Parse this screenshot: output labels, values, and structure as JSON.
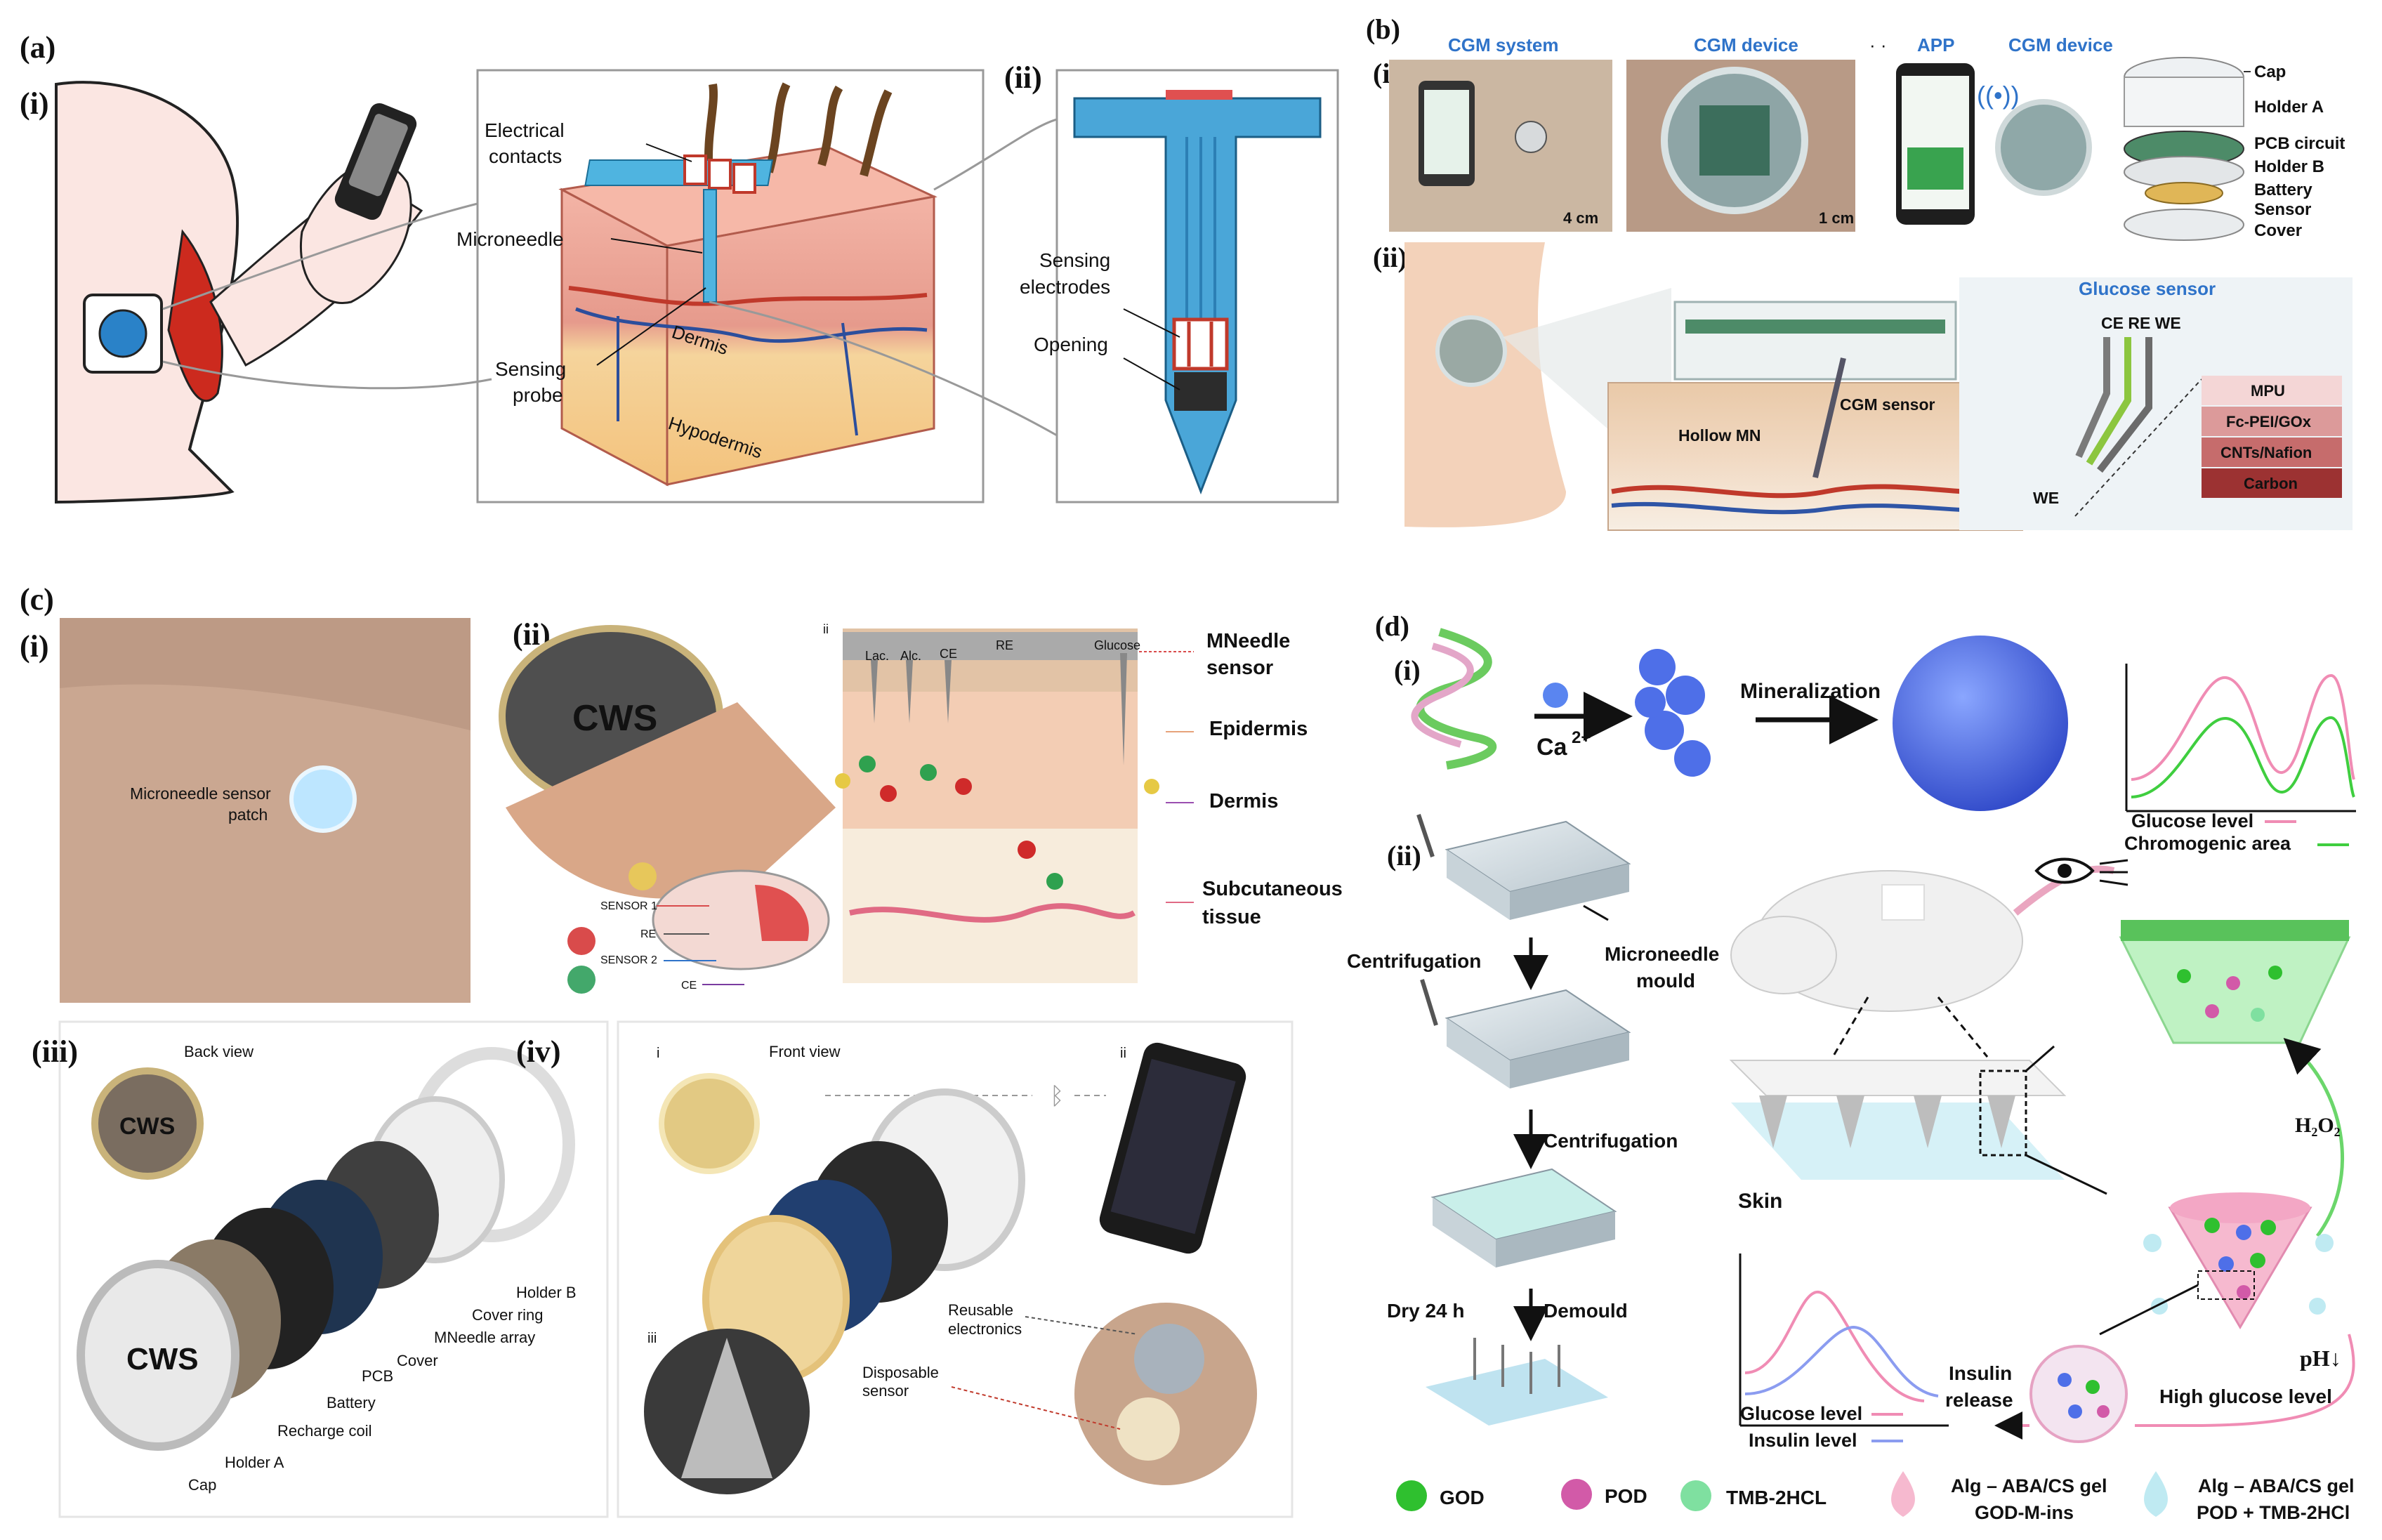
{
  "panels": {
    "a": {
      "label": "(a)",
      "sub_i": "(i)",
      "sub_ii": "(ii)",
      "labels": {
        "electrical_contacts_1": "Electrical",
        "electrical_contacts_2": "contacts",
        "microneedle": "Microneedle",
        "sensing_probe_1": "Sensing",
        "sensing_probe_2": "probe",
        "dermis": "Dermis",
        "hypodermis": "Hypodermis",
        "sensing_electrodes_1": "Sensing",
        "sensing_electrodes_2": "electrodes",
        "opening": "Opening"
      }
    },
    "b": {
      "label": "(b)",
      "sub_i": "(i)",
      "sub_ii": "(ii)",
      "headers": {
        "cgm_system": "CGM system",
        "cgm_device_1": "CGM device",
        "app": "APP",
        "cgm_device_2": "CGM device"
      },
      "scale_bars": {
        "large": "4 cm",
        "small": "1 cm"
      },
      "exploded_parts": [
        "Cap",
        "Holder A",
        "PCB circuit",
        "Holder B",
        "Battery",
        "Sensor",
        "Cover"
      ],
      "glucose_sensor_title": "Glucose sensor",
      "electrodes": "CE RE WE",
      "we_label": "WE",
      "cgm_sensor": "CGM sensor",
      "hollow_mn": "Hollow MN",
      "layers": [
        "MPU",
        "Fc-PEI/GOx",
        "CNTs/Nafion",
        "Carbon"
      ],
      "colors": {
        "header_blue": "#2f73c9",
        "layer_1": "#f4d6d6",
        "layer_2": "#dc9a9a",
        "layer_3": "#c66c6c",
        "layer_4": "#9c3232"
      }
    },
    "c": {
      "label": "(c)",
      "sub_i": "(i)",
      "sub_ii": "(ii)",
      "sub_iii": "(iii)",
      "sub_iv": "(iv)",
      "photo_label_1": "Microneedle sensor",
      "photo_label_2": "patch",
      "device_text": "CWS",
      "inset_ii": "ii",
      "tissue_headers": [
        "Lac.",
        "Alc.",
        "CE",
        "RE",
        "Glucose"
      ],
      "tissue_labels": {
        "mneedle_1": "MNeedle",
        "mneedle_2": "sensor",
        "epidermis": "Epidermis",
        "dermis": "Dermis",
        "subcutaneous_1": "Subcutaneous",
        "subcutaneous_2": "tissue"
      },
      "sensor_labels": [
        "SENSOR 1",
        "RE",
        "SENSOR 2",
        "CE"
      ],
      "back_view": "Back view",
      "exploded_parts": [
        "Holder B",
        "Cover ring",
        "MNeedle array",
        "Cover",
        "PCB",
        "Battery",
        "Recharge coil",
        "Holder A",
        "Cap"
      ],
      "front_view": "Front view",
      "inset_i": "i",
      "inset_iii": "iii",
      "reusable_1": "Reusable",
      "reusable_2": "electronics",
      "disposable_1": "Disposable",
      "disposable_2": "sensor"
    },
    "d": {
      "label": "(d)",
      "sub_i": "(i)",
      "sub_ii": "(ii)",
      "ca_label": "Ca",
      "ca_sup": "2+",
      "mineralization": "Mineralization",
      "glucose_level": "Glucose level",
      "chromogenic_area": "Chromogenic area",
      "centrifugation_1": "Centrifugation",
      "microneedle_mould_1": "Microneedle",
      "microneedle_mould_2": "mould",
      "centrifugation_2": "Centrifugation",
      "skin": "Skin",
      "dry": "Dry 24 h",
      "demould": "Demould",
      "h2o2": "H₂O₂",
      "phi": "pH↓",
      "high_glucose": "High glucose level",
      "insulin_release_1": "Insulin",
      "insulin_release_2": "release",
      "glucose_level_2": "Glucose level",
      "insulin_level": "Insulin level",
      "legend": [
        "GOD",
        "POD",
        "TMB-2HCL"
      ],
      "legend_gel_1": [
        "Alg – ABA/CS gel",
        "GOD-M-ins"
      ],
      "legend_gel_2": [
        "Alg – ABA/CS gel",
        "POD + TMB-2HCl"
      ],
      "colors": {
        "god": "#2fc02f",
        "pod": "#d25aa8",
        "tmb": "#7fe0a0",
        "gel1": "#f6b9cf",
        "gel2": "#bfeaf2",
        "sphere": "#4e6fe8",
        "pink_line": "#f08cb4",
        "green_line": "#3fce3f",
        "blue_line": "#8b9cf0"
      }
    }
  }
}
